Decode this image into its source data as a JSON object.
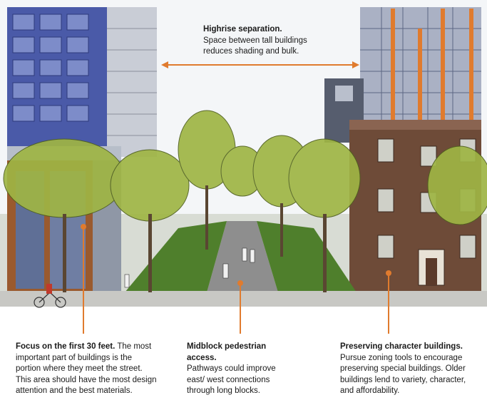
{
  "annotations": {
    "highrise": {
      "heading": "Highrise separation.",
      "body": "Space between tall buildings reduces shading and bulk."
    },
    "first30": {
      "heading": "Focus on the first 30 feet.",
      "body": "The most important part of buildings is the portion where they meet the street.  This area should have the most design attention and the best materials."
    },
    "midblock": {
      "heading": "Midblock pedestrian access.",
      "body": "Pathways could improve east/ west connections through long blocks."
    },
    "preserving": {
      "heading": "Preserving character buildings.",
      "body": "Pursue zoning tools to encourage preserving special buildings.  Older buildings lend to variety, character, and affordability."
    }
  },
  "colors": {
    "callout": "#e07b2e",
    "glass_blue": "#4a5aa8",
    "brick": "#6e4b38",
    "tree": "#9fb544",
    "lawn": "#4f7f2c",
    "path": "#8e8e8e"
  }
}
